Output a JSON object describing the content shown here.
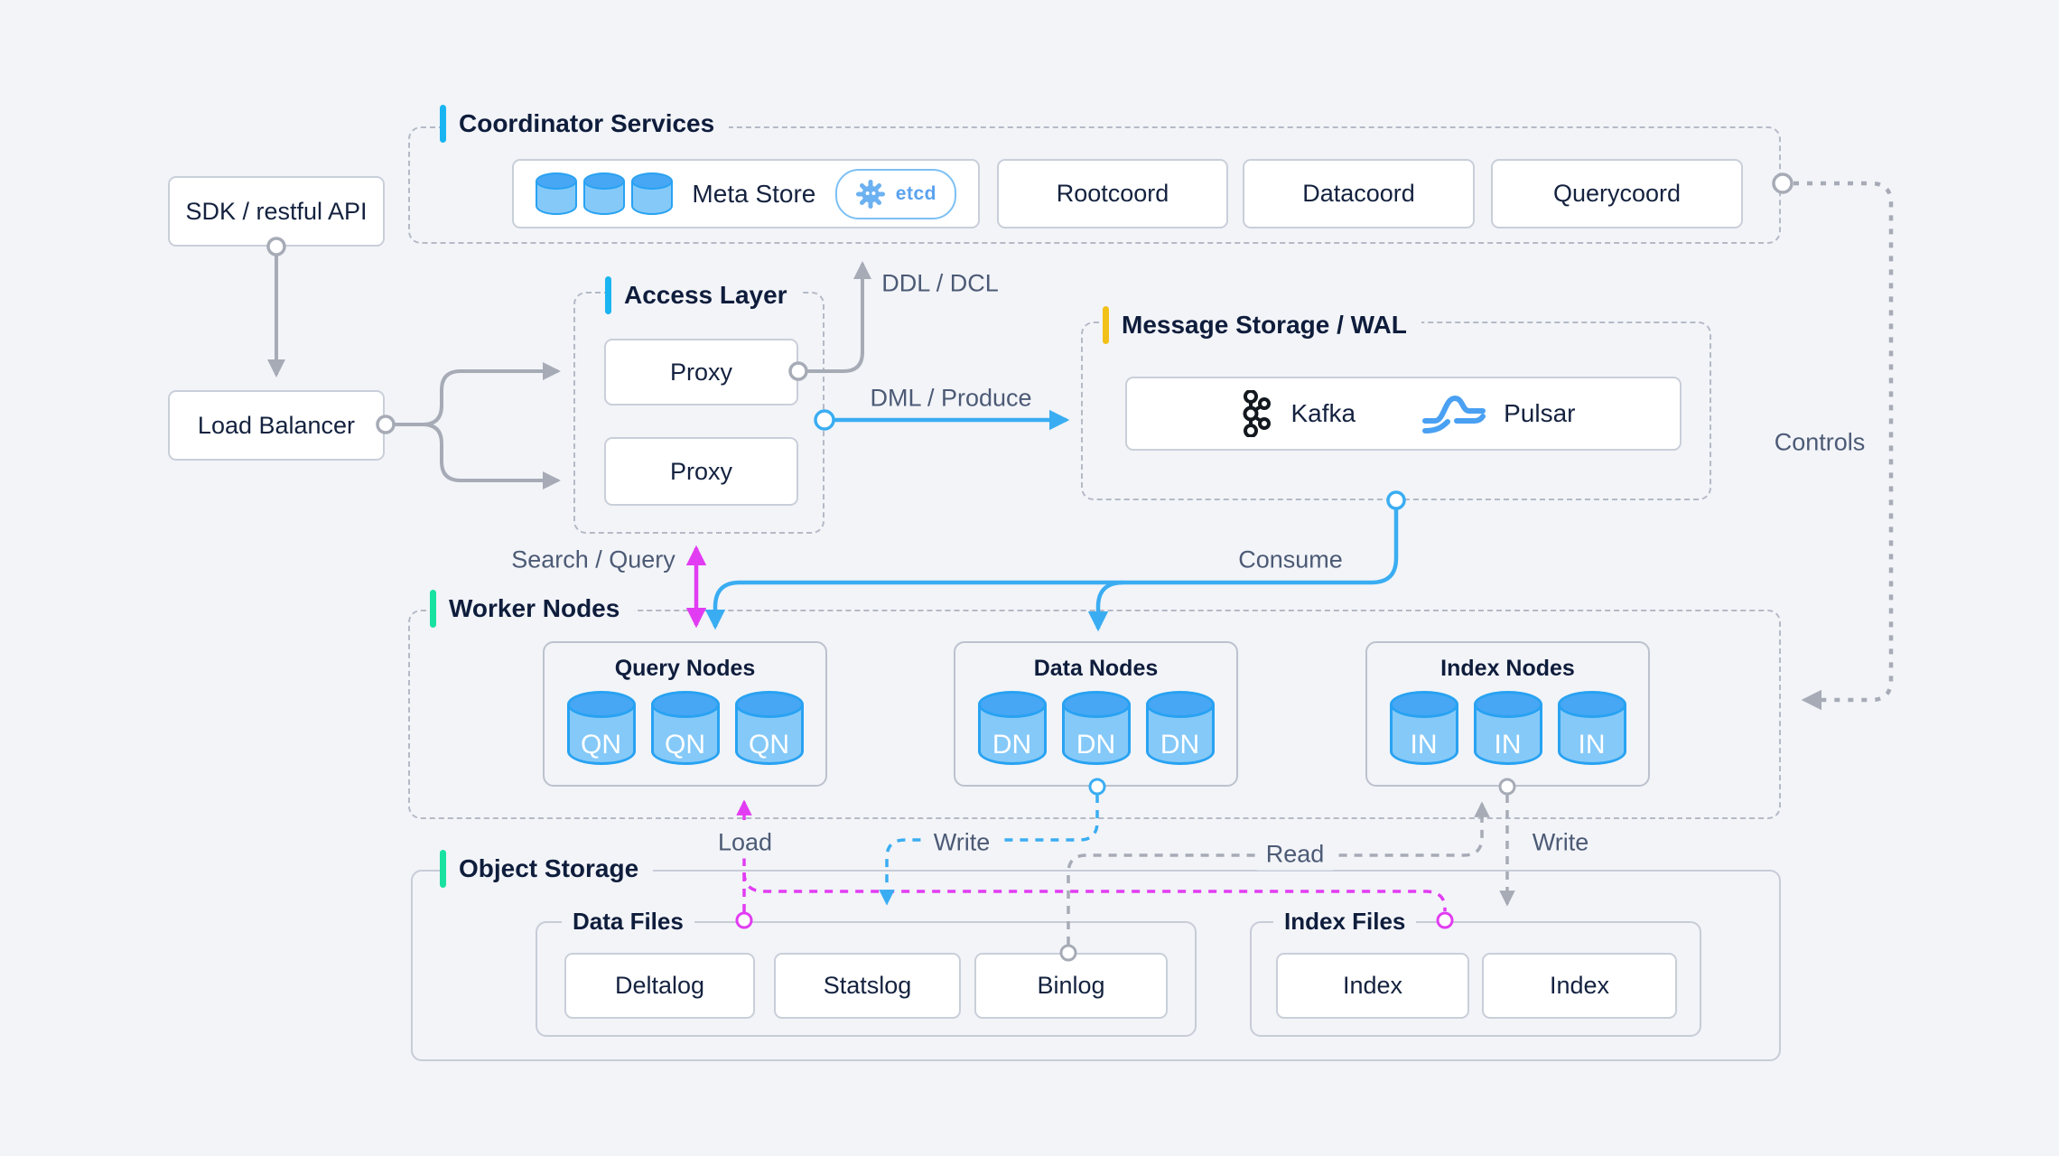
{
  "nodes": {
    "sdk": {
      "label": "SDK / restful API"
    },
    "load_balancer": {
      "label": "Load Balancer"
    }
  },
  "sections": {
    "coordinator": {
      "title": "Coordinator Services",
      "accent_color": "#1ab5f0",
      "meta_store": {
        "label": "Meta Store",
        "badge": "etcd"
      },
      "cards": [
        "Rootcoord",
        "Datacoord",
        "Querycoord"
      ]
    },
    "access": {
      "title": "Access Layer",
      "accent_color": "#1ab5f0",
      "cards": [
        "Proxy",
        "Proxy"
      ]
    },
    "message": {
      "title": "Message Storage / WAL",
      "accent_color": "#f2c118",
      "engines": [
        "Kafka",
        "Pulsar"
      ]
    },
    "worker": {
      "title": "Worker Nodes",
      "accent_color": "#19e2a0",
      "cards": [
        {
          "title": "Query Nodes",
          "nodes": [
            "QN",
            "QN",
            "QN"
          ]
        },
        {
          "title": "Data Nodes",
          "nodes": [
            "DN",
            "DN",
            "DN"
          ]
        },
        {
          "title": "Index Nodes",
          "nodes": [
            "IN",
            "IN",
            "IN"
          ]
        }
      ]
    },
    "storage": {
      "title": "Object Storage",
      "accent_color": "#19e2a0",
      "data_files": {
        "title": "Data Files",
        "cards": [
          "Deltalog",
          "Statslog",
          "Binlog"
        ]
      },
      "index_files": {
        "title": "Index Files",
        "cards": [
          "Index",
          "Index"
        ]
      }
    }
  },
  "edges": {
    "ddl": "DDL / DCL",
    "dml": "DML / Produce",
    "consume": "Consume",
    "search": "Search / Query",
    "controls": "Controls",
    "load": "Load",
    "write_data": "Write",
    "read": "Read",
    "write_index": "Write"
  },
  "colors": {
    "blue_line": "#3aadf2",
    "magenta_line": "#e23cf2",
    "gray_line": "#a6abb6",
    "cylinder_body": "#85c9f8",
    "cylinder_top": "#47a7f4"
  }
}
